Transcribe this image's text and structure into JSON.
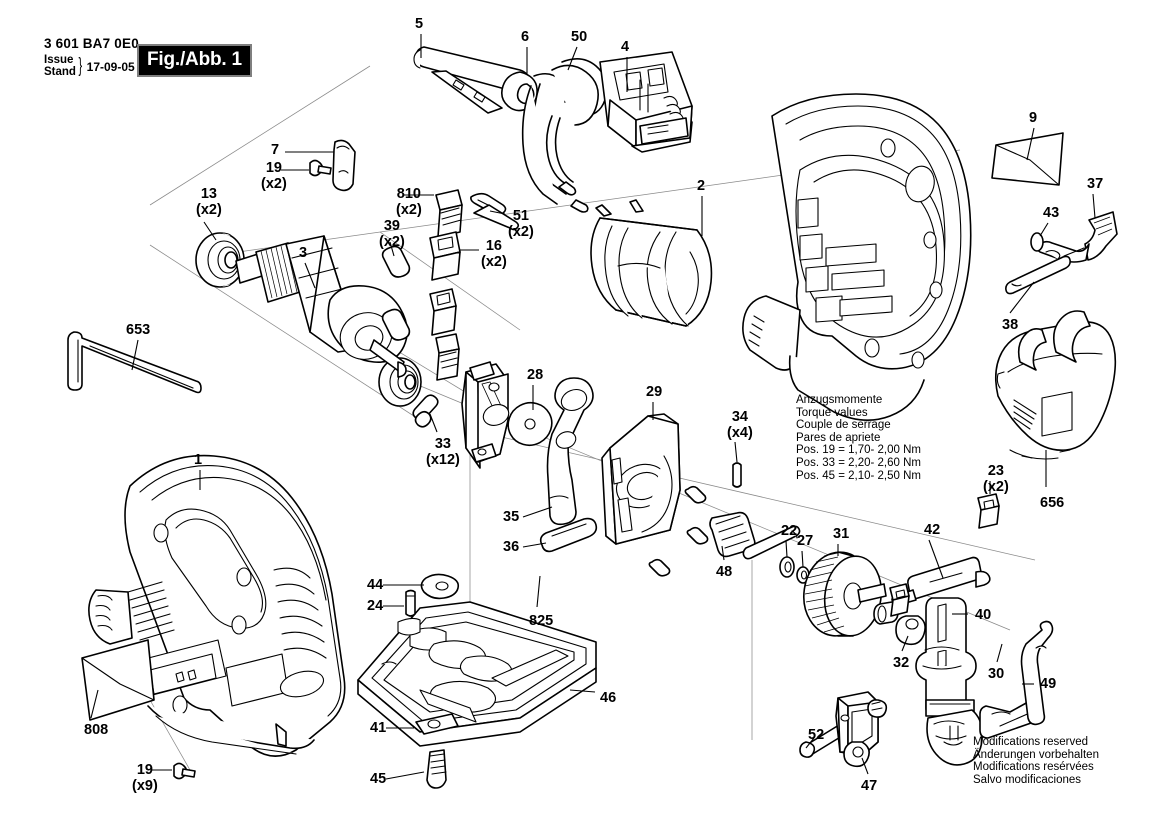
{
  "document": {
    "catalog_number": "3 601 BA7 0E0",
    "issue_label": "Issue",
    "stand_label": "Stand",
    "issue_date": "17-09-05",
    "figure_tag": "Fig./Abb. 1"
  },
  "torque_note": {
    "lines": [
      "Anzugsmomente",
      "Torque values",
      "Couple de serrage",
      "Pares de apriete",
      "Pos. 19 = 1,70- 2,00 Nm",
      "Pos. 33 = 2,20- 2,60 Nm",
      "Pos. 45 = 2,10- 2,50 Nm"
    ],
    "text": "Anzugsmomente\nTorque values\nCouple de serrage\nPares de apriete\nPos. 19 = 1,70- 2,00 Nm\nPos. 33 = 2,20- 2,60 Nm\nPos. 45 = 2,10- 2,50 Nm"
  },
  "modifications_note": {
    "lines": [
      "Modifications reserved",
      "Änderungen vorbehalten",
      "Modifications resérvées",
      "Salvo modificaciones"
    ],
    "text": "Modifications reserved\nÄnderungen vorbehalten\nModifications resérvées\nSalvo modificaciones"
  },
  "callouts": [
    {
      "id": "5",
      "number": "5",
      "qty": ""
    },
    {
      "id": "6",
      "number": "6",
      "qty": ""
    },
    {
      "id": "50",
      "number": "50",
      "qty": ""
    },
    {
      "id": "4",
      "number": "4",
      "qty": ""
    },
    {
      "id": "9",
      "number": "9",
      "qty": ""
    },
    {
      "id": "7",
      "number": "7",
      "qty": ""
    },
    {
      "id": "19a",
      "number": "19",
      "qty": "(x2)"
    },
    {
      "id": "13",
      "number": "13",
      "qty": "(x2)"
    },
    {
      "id": "810",
      "number": "810",
      "qty": "(x2)"
    },
    {
      "id": "51",
      "number": "51",
      "qty": "(x2)"
    },
    {
      "id": "2",
      "number": "2",
      "qty": ""
    },
    {
      "id": "37",
      "number": "37",
      "qty": ""
    },
    {
      "id": "43",
      "number": "43",
      "qty": ""
    },
    {
      "id": "39",
      "number": "39",
      "qty": "(x2)"
    },
    {
      "id": "16",
      "number": "16",
      "qty": "(x2)"
    },
    {
      "id": "3",
      "number": "3",
      "qty": ""
    },
    {
      "id": "38",
      "number": "38",
      "qty": ""
    },
    {
      "id": "653",
      "number": "653",
      "qty": ""
    },
    {
      "id": "33",
      "number": "33",
      "qty": "(x12)"
    },
    {
      "id": "28",
      "number": "28",
      "qty": ""
    },
    {
      "id": "29",
      "number": "29",
      "qty": ""
    },
    {
      "id": "34",
      "number": "34",
      "qty": "(x4)"
    },
    {
      "id": "35",
      "number": "35",
      "qty": ""
    },
    {
      "id": "36",
      "number": "36",
      "qty": ""
    },
    {
      "id": "48",
      "number": "48",
      "qty": ""
    },
    {
      "id": "22",
      "number": "22",
      "qty": ""
    },
    {
      "id": "27",
      "number": "27",
      "qty": ""
    },
    {
      "id": "31",
      "number": "31",
      "qty": ""
    },
    {
      "id": "42",
      "number": "42",
      "qty": ""
    },
    {
      "id": "23",
      "number": "23",
      "qty": "(x2)"
    },
    {
      "id": "656",
      "number": "656",
      "qty": ""
    },
    {
      "id": "1",
      "number": "1",
      "qty": ""
    },
    {
      "id": "44",
      "number": "44",
      "qty": ""
    },
    {
      "id": "24",
      "number": "24",
      "qty": ""
    },
    {
      "id": "825",
      "number": "825",
      "qty": ""
    },
    {
      "id": "46",
      "number": "46",
      "qty": ""
    },
    {
      "id": "41",
      "number": "41",
      "qty": ""
    },
    {
      "id": "45",
      "number": "45",
      "qty": ""
    },
    {
      "id": "808",
      "number": "808",
      "qty": ""
    },
    {
      "id": "19b",
      "number": "19",
      "qty": "(x9)"
    },
    {
      "id": "32",
      "number": "32",
      "qty": ""
    },
    {
      "id": "40",
      "number": "40",
      "qty": ""
    },
    {
      "id": "30",
      "number": "30",
      "qty": ""
    },
    {
      "id": "49",
      "number": "49",
      "qty": ""
    },
    {
      "id": "52",
      "number": "52",
      "qty": ""
    },
    {
      "id": "47",
      "number": "47",
      "qty": ""
    }
  ],
  "colors": {
    "line": "#000000",
    "leader": "#000000",
    "thin": "#7a7a7a",
    "background": "#ffffff",
    "figure_tag_bg": "#000000",
    "figure_tag_fg": "#ffffff",
    "figure_tag_border": "#7f7f7f"
  }
}
